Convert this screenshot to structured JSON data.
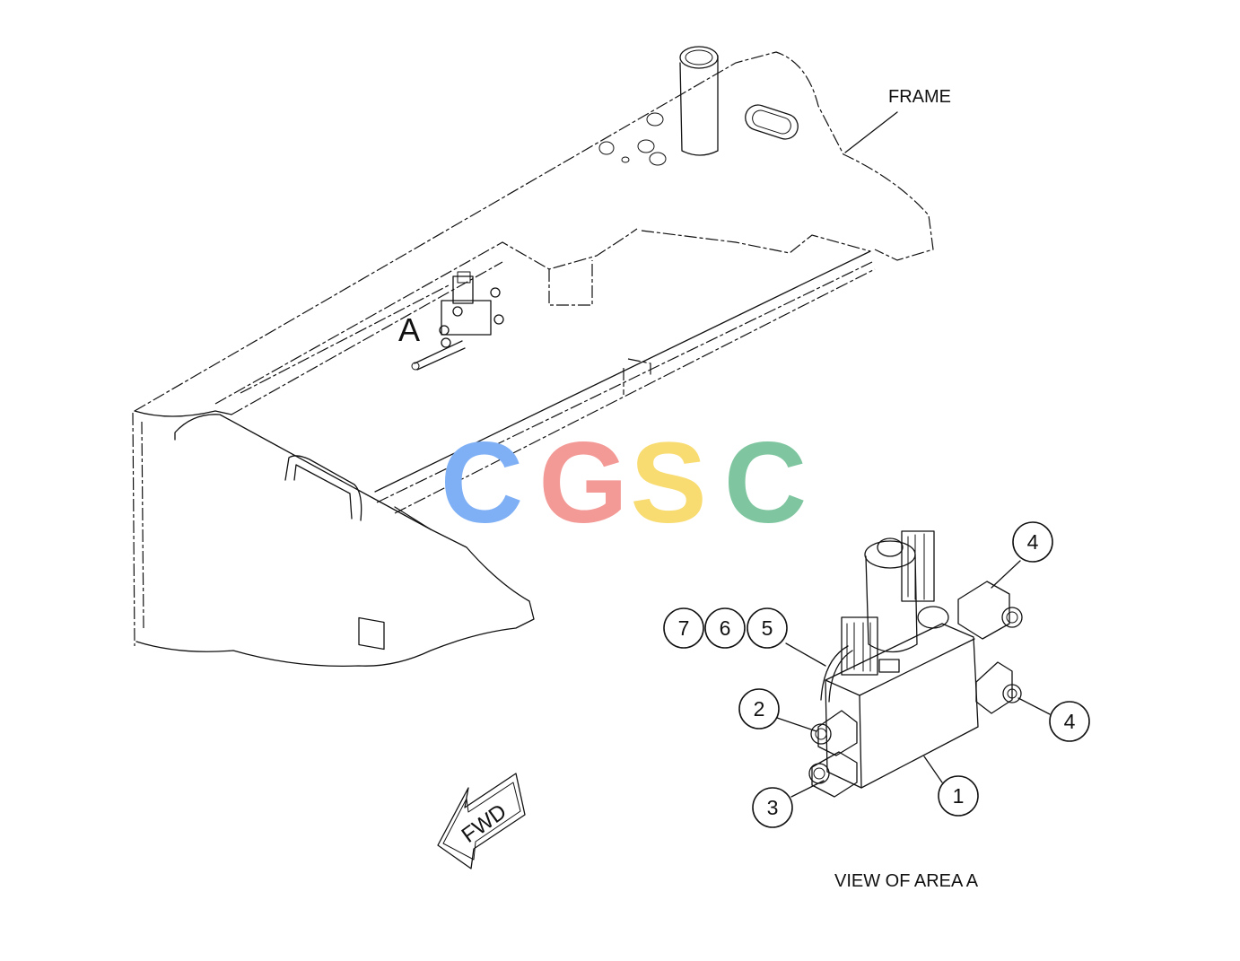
{
  "labels": {
    "frame": "FRAME",
    "area": "A",
    "fwd": "FWD",
    "view_caption": "VIEW OF AREA A"
  },
  "watermark": {
    "text": "CGSC",
    "letters": [
      "C",
      "G",
      "S",
      "C"
    ],
    "colors": [
      "#7fb0f5",
      "#f39a97",
      "#f8dc72",
      "#7fc6a0"
    ]
  },
  "callouts": {
    "c7": "7",
    "c6": "6",
    "c5": "5",
    "c4_top": "4",
    "c4_right": "4",
    "c2": "2",
    "c3": "3",
    "c1": "1"
  }
}
